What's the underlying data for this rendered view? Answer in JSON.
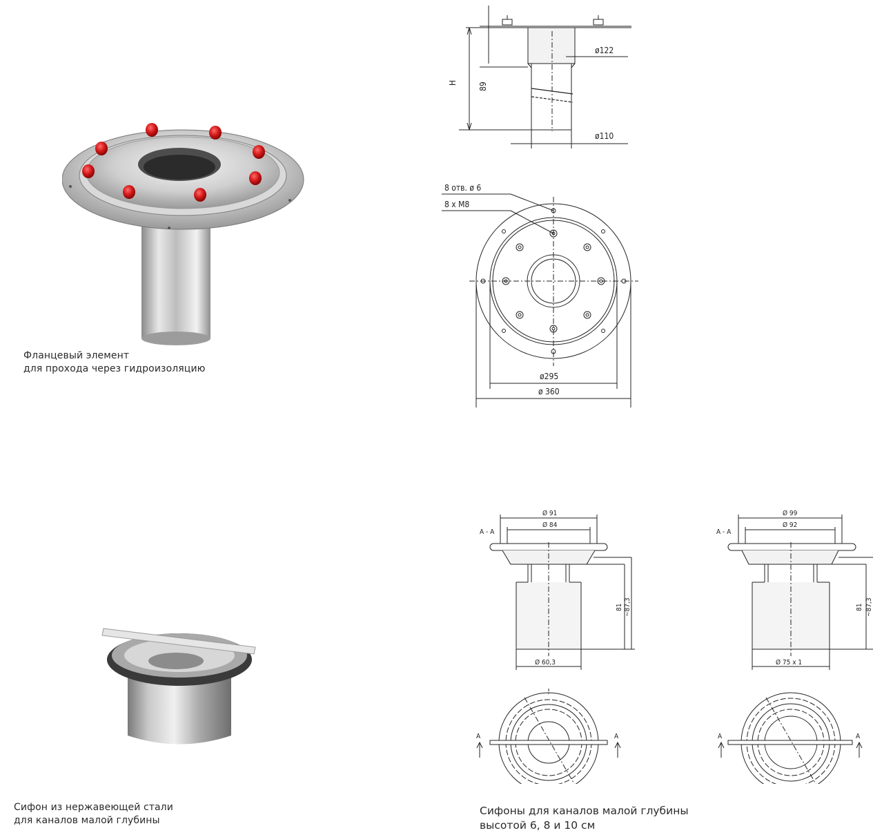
{
  "products": {
    "flange": {
      "caption_line1": "Фланцевый элемент",
      "caption_line2": "для прохода через гидроизоляцию"
    },
    "siphon": {
      "caption_line1": "Сифон из нержавеющей стали",
      "caption_line2": "для каналов малой глубины"
    },
    "siphons_drawing": {
      "caption_line1": "Сифоны для каналов малой глубины",
      "caption_line2": "высотой 6, 8 и 10 см"
    }
  },
  "drawing_flange_side": {
    "label_h": "H",
    "label_89": "89",
    "label_d122": "ø122",
    "label_d110": "ø110"
  },
  "drawing_flange_top": {
    "label_holes": "8 отв. ø 6",
    "label_bolts": "8 x M8",
    "label_d295": "ø295",
    "label_d360": "ø 360"
  },
  "drawing_siphon_small": {
    "label_section": "A - A",
    "label_d91": "Ø 91",
    "label_d84": "Ø 84",
    "label_81": "81",
    "label_87": "~87,3",
    "label_d60": "Ø 60,3",
    "label_a_left": "A",
    "label_a_right": "A"
  },
  "drawing_siphon_large": {
    "label_section": "A - A",
    "label_d99": "Ø 99",
    "label_d92": "Ø 92",
    "label_81": "81",
    "label_87": "~87,3",
    "label_d75": "Ø 75 x 1",
    "label_a_left": "A",
    "label_a_right": "A"
  }
}
